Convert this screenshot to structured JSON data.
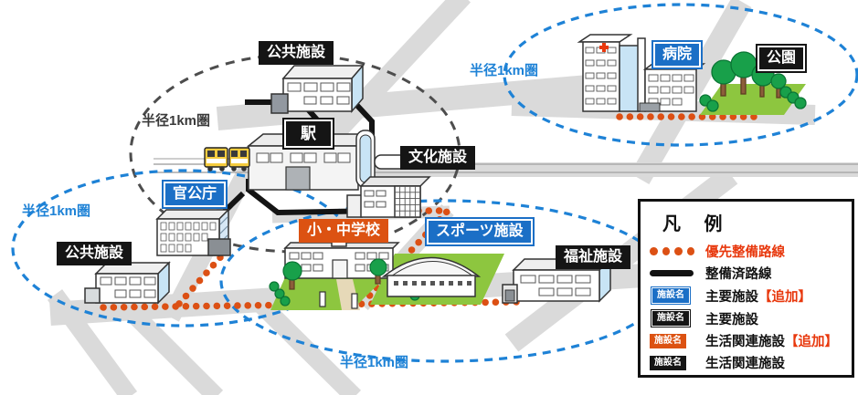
{
  "colors": {
    "accent_blue": "#1B6FC6",
    "circle_blue": "#1E82D6",
    "accent_orange": "#DC5212",
    "route_orange": "#DC5014",
    "route_black": "#141414",
    "alert_red": "#E8380D",
    "road_gray": "#DADADA",
    "grass_green": "#8DC63F",
    "tree_green": "#18A04A",
    "circle_gray": "#4D4D4D"
  },
  "map": {
    "radius_label": "半径1km圏",
    "facilities": [
      {
        "id": "public-top",
        "label": "公共施設",
        "category": "life"
      },
      {
        "id": "station",
        "label": "駅",
        "category": "main"
      },
      {
        "id": "culture",
        "label": "文化施設",
        "category": "life"
      },
      {
        "id": "government",
        "label": "官公庁",
        "category": "main-add"
      },
      {
        "id": "public-left",
        "label": "公共施設",
        "category": "life"
      },
      {
        "id": "school",
        "label": "小・中学校",
        "category": "life-add"
      },
      {
        "id": "sports",
        "label": "スポーツ施設",
        "category": "main-add"
      },
      {
        "id": "welfare",
        "label": "福祉施設",
        "category": "life"
      },
      {
        "id": "hospital",
        "label": "病院",
        "category": "main-add"
      },
      {
        "id": "park",
        "label": "公園",
        "category": "main"
      }
    ]
  },
  "legend": {
    "title": "凡 例",
    "items": [
      {
        "swatch": "dots",
        "label": "優先整備路線"
      },
      {
        "swatch": "line",
        "label": "整備済路線"
      },
      {
        "swatch": "tag-blue",
        "tag": "施設名",
        "label": "主要施設",
        "suffix": "【追加】"
      },
      {
        "swatch": "tag-black-bordered",
        "tag": "施設名",
        "label": "主要施設"
      },
      {
        "swatch": "tag-orange",
        "tag": "施設名",
        "label": "生活関連施設",
        "suffix": "【追加】"
      },
      {
        "swatch": "tag-black",
        "tag": "施設名",
        "label": "生活関連施設"
      }
    ]
  }
}
